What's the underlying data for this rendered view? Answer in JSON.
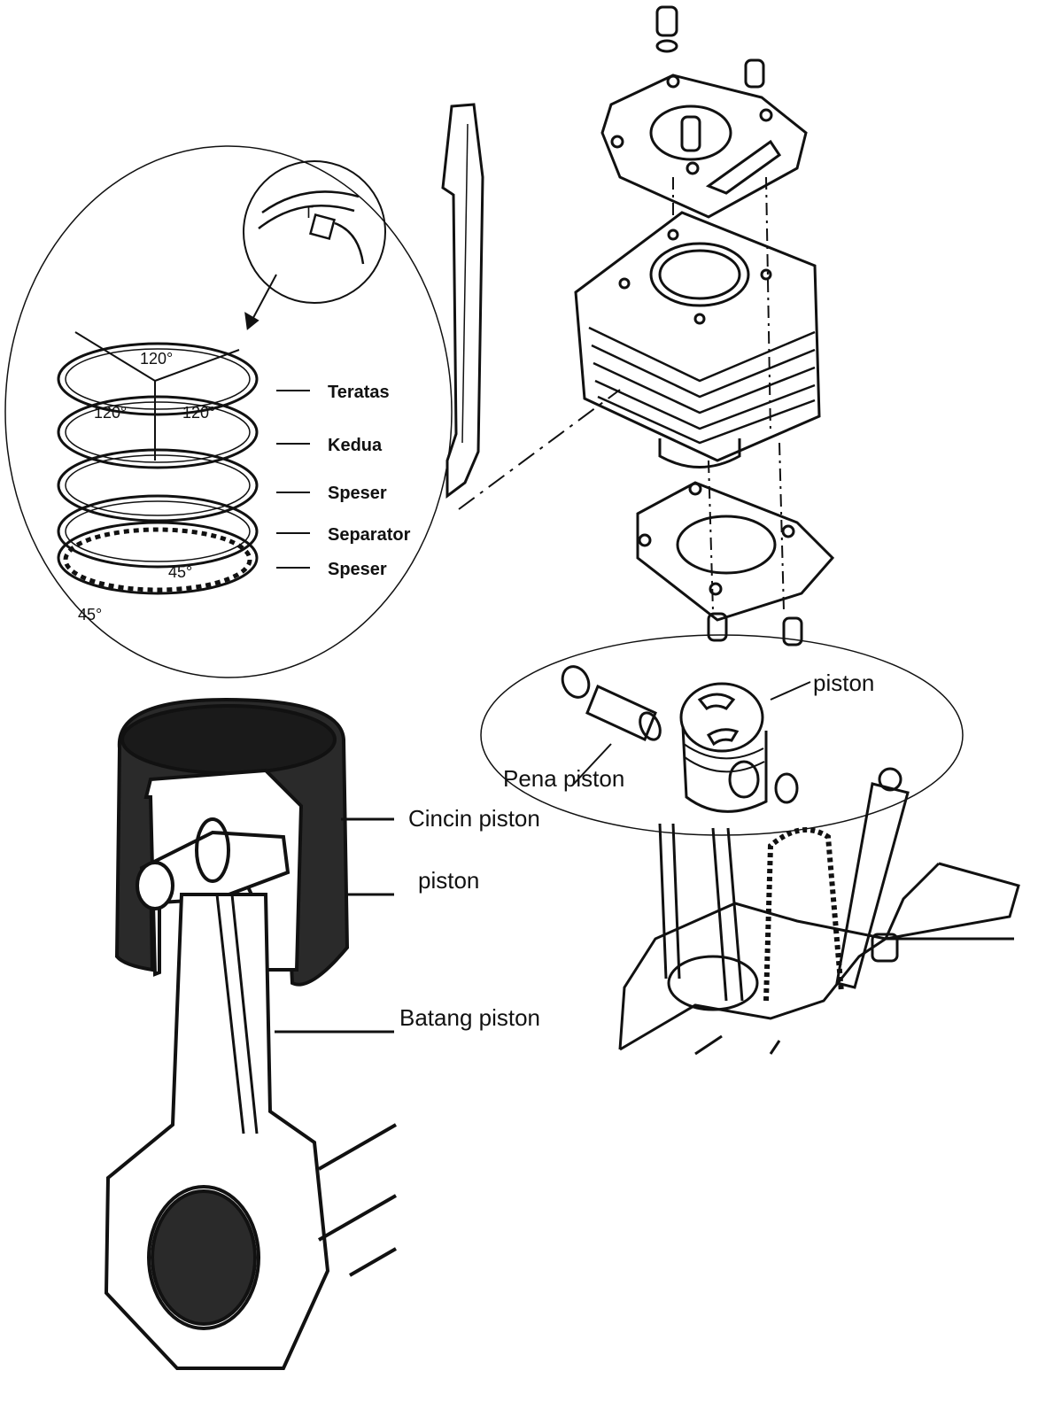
{
  "ring_detail": {
    "angles": [
      "120°",
      "120°",
      "120°",
      "45°",
      "45°"
    ],
    "gap_mark": "T",
    "labels": [
      "Teratas",
      "Kedua",
      "Speser",
      "Separator",
      "Speser"
    ]
  },
  "piston_group": {
    "piston_label": "piston",
    "pin_label": "Pena piston"
  },
  "conrod_detail": {
    "ring_label": "Cincin piston",
    "piston_label": "piston",
    "rod_label": "Batang piston"
  }
}
